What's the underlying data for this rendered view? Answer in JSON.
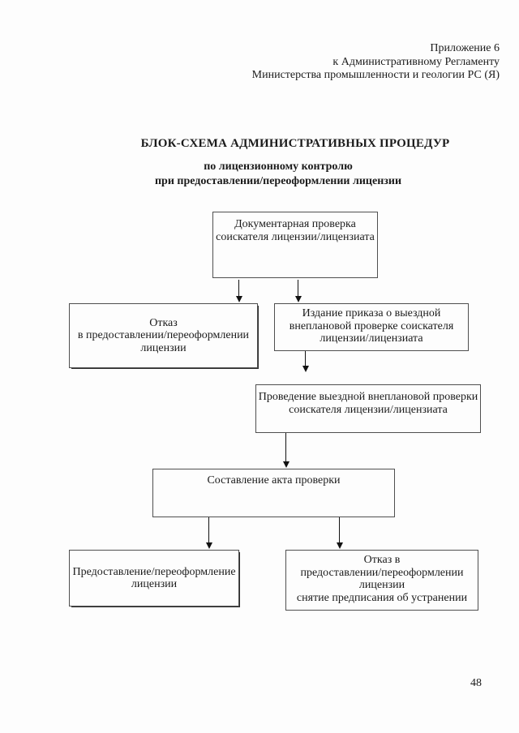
{
  "header": {
    "lines": [
      "Приложение 6",
      "к  Административному Регламенту",
      "Министерства промышленности и геологии РС (Я)"
    ]
  },
  "title": {
    "main": "БЛОК-СХЕМА АДМИНИСТРАТИВНЫХ ПРОЦЕДУР",
    "subtitle_line1": "по лицензионному контролю",
    "subtitle_line2": "при предоставлении/переоформлении лицензии"
  },
  "diagram": {
    "type": "flowchart",
    "nodes": [
      {
        "id": "documentary-check",
        "label": "Документарная проверка\nсоискателя лицензии/лицензиата"
      },
      {
        "id": "refusal",
        "label": "Отказ\nв предоставлении/переоформлении\nлицензии"
      },
      {
        "id": "order-issue",
        "label": "Издание приказа о выездной\nвнеплановой проверке соискателя\nлицензии/лицензиата"
      },
      {
        "id": "onsite-inspection",
        "label": "Проведение выездной внеплановой проверки\nсоискателя лицензии/лицензиата"
      },
      {
        "id": "inspection-act",
        "label": "Составление акта проверки"
      },
      {
        "id": "license-grant",
        "label": "Предоставление/переоформление\nлицензии"
      },
      {
        "id": "refusal-final",
        "label": "Отказ в\nпредоставлении/переоформлении\nлицензии\nснятие предписания об устранении"
      }
    ],
    "edges": [
      {
        "from": "documentary-check",
        "to": "refusal"
      },
      {
        "from": "documentary-check",
        "to": "order-issue"
      },
      {
        "from": "order-issue",
        "to": "onsite-inspection"
      },
      {
        "from": "onsite-inspection",
        "to": "inspection-act"
      },
      {
        "from": "inspection-act",
        "to": "license-grant"
      },
      {
        "from": "inspection-act",
        "to": "refusal-final"
      }
    ]
  },
  "footer": {
    "page_number": "48"
  },
  "colors": {
    "ink": "#1b1b1b",
    "box_border": "#4f4f4f",
    "background": "#fdfdfd"
  }
}
